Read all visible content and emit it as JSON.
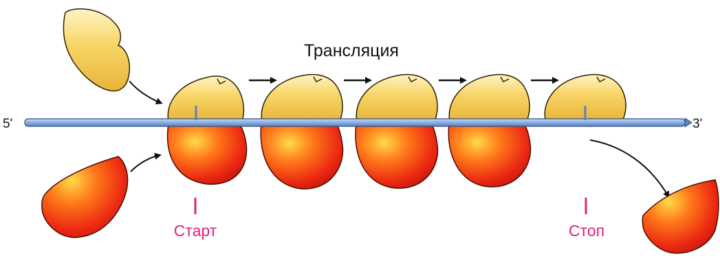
{
  "title": "Трансляция",
  "mrna": {
    "five_prime": "5'",
    "three_prime": "3'"
  },
  "markers": {
    "start": "Старт",
    "stop": "Стоп"
  },
  "colors": {
    "small_subunit": "#f5c94d",
    "large_subunit": "#e8301c",
    "mrna": "#8aaee0",
    "marker": "#e0207a",
    "text": "#111111"
  }
}
